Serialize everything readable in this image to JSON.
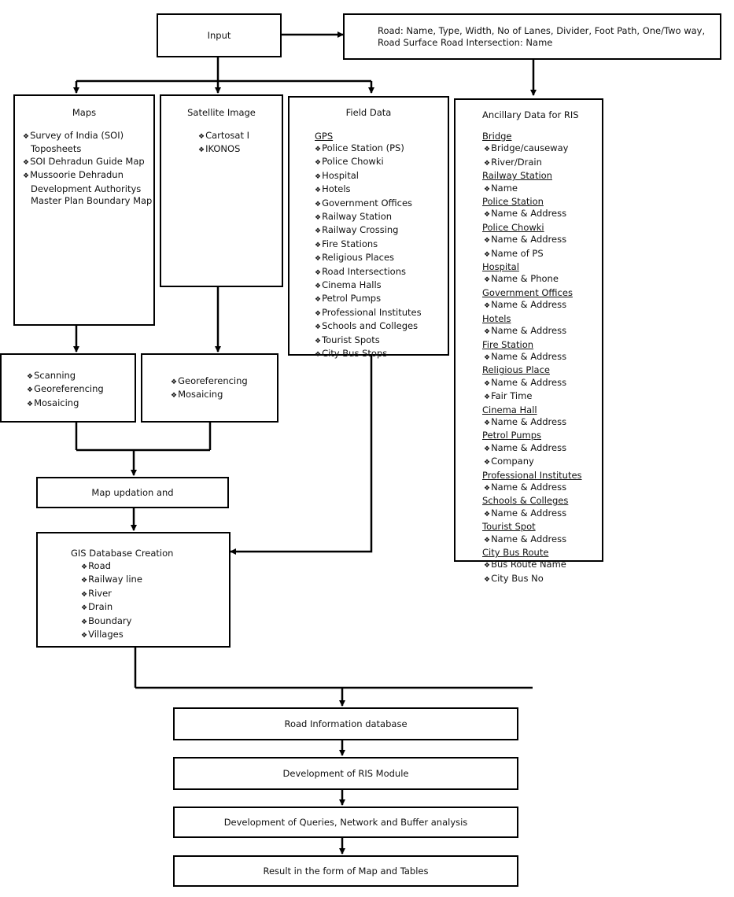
{
  "input": "Input",
  "road": {
    "line1": "Road: Name, Type, Width, No of Lanes, Divider, Foot Path, One/Two way,",
    "line2": "Road Surface Road Intersection: Name"
  },
  "maps": {
    "title": "Maps",
    "items": [
      "Survey of India (SOI)",
      "SOI Dehradun Guide Map",
      "Mussoorie Dehradun"
    ],
    "cont": [
      "Toposheets",
      "Development Authoritys",
      "Master Plan Boundary Map"
    ]
  },
  "satellite": {
    "title": "Satellite Image",
    "items": [
      "Cartosat I",
      "IKONOS"
    ]
  },
  "field": {
    "title": "Field Data",
    "gps": "GPS",
    "items": [
      "Police Station (PS)",
      "Police Chowki",
      "Hospital",
      "Hotels",
      "Government Offices",
      "Railway Station",
      "Railway Crossing",
      "Fire Stations",
      "Religious Places",
      "Road Intersections",
      "Cinema Halls",
      "Petrol Pumps",
      "Professional Institutes",
      "Schools and Colleges",
      "Tourist Spots",
      "City Bus Stops"
    ]
  },
  "ancillary": {
    "title": "Ancillary Data for RIS",
    "groups": [
      {
        "h": "Bridge",
        "items": [
          "Bridge/causeway",
          "River/Drain"
        ]
      },
      {
        "h": "Railway Station",
        "items": [
          "Name"
        ]
      },
      {
        "h": "Police Station",
        "items": [
          "Name & Address"
        ]
      },
      {
        "h": "Police Chowki",
        "items": [
          "Name & Address",
          "Name of PS"
        ]
      },
      {
        "h": "Hospital",
        "items": [
          "Name &  Phone"
        ]
      },
      {
        "h": "Government Offices",
        "items": [
          "Name & Address"
        ]
      },
      {
        "h": "Hotels",
        "items": [
          "Name & Address"
        ]
      },
      {
        "h": "Fire Station",
        "items": [
          "Name & Address"
        ]
      },
      {
        "h": "Religious  Place",
        "items": [
          "Name & Address",
          "Fair Time"
        ]
      },
      {
        "h": "Cinema Hall",
        "items": [
          "Name & Address"
        ]
      },
      {
        "h": "Petrol Pumps",
        "items": [
          "Name & Address",
          "Company"
        ]
      },
      {
        "h": "Professional Institutes",
        "items": [
          "Name & Address"
        ]
      },
      {
        "h": "Schools & Colleges",
        "items": [
          "Name & Address"
        ]
      },
      {
        "h": "Tourist Spot",
        "items": [
          "Name & Address"
        ]
      },
      {
        "h": "City Bus Route",
        "items": [
          "Bus Route Name",
          "City Bus  No"
        ]
      }
    ]
  },
  "scan": {
    "items": [
      "Scanning",
      "Georeferencing",
      "Mosaicing"
    ]
  },
  "geo": {
    "items": [
      "Georeferencing",
      "Mosaicing"
    ]
  },
  "mapupd": "Map updation and",
  "gis": {
    "title": "GIS Database Creation",
    "items": [
      "Road",
      "Railway line",
      "River",
      "Drain",
      "Boundary",
      "Villages"
    ]
  },
  "steps": [
    "Road Information database",
    "Development of RIS Module",
    "Development of Queries, Network and Buffer analysis",
    "Result in the form of Map and Tables"
  ]
}
